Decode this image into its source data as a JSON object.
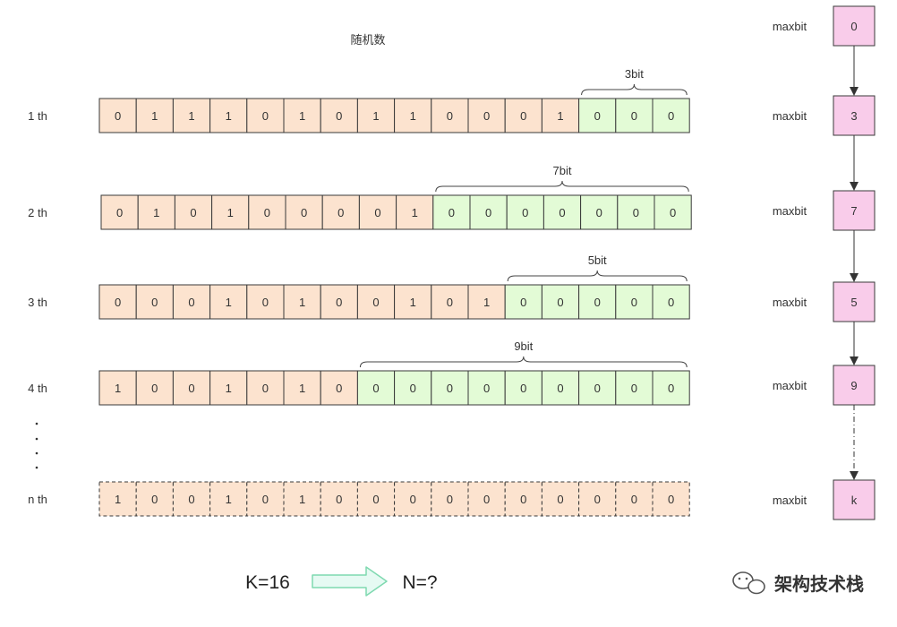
{
  "colors": {
    "orange_fill": "#FCE3CF",
    "green_fill": "#E3FBD6",
    "pink_fill": "#F9CCEA",
    "stroke": "#3A3A3A",
    "arrow_fill": "#E6FAF3",
    "arrow_stroke": "#7FD9B0"
  },
  "title": "随机数",
  "rows": [
    {
      "label": "1 th",
      "bits": [
        "0",
        "1",
        "1",
        "1",
        "0",
        "1",
        "0",
        "1",
        "1",
        "0",
        "0",
        "0",
        "1",
        "0",
        "0",
        "0"
      ],
      "zeros": 3,
      "brace_label": "3bit",
      "dashed": false
    },
    {
      "label": "2 th",
      "bits": [
        "0",
        "1",
        "0",
        "1",
        "0",
        "0",
        "0",
        "0",
        "1",
        "0",
        "0",
        "0",
        "0",
        "0",
        "0",
        "0"
      ],
      "zeros": 7,
      "brace_label": "7bit",
      "dashed": false
    },
    {
      "label": "3 th",
      "bits": [
        "0",
        "0",
        "0",
        "1",
        "0",
        "1",
        "0",
        "0",
        "1",
        "0",
        "1",
        "0",
        "0",
        "0",
        "0",
        "0"
      ],
      "zeros": 5,
      "brace_label": "5bit",
      "dashed": false
    },
    {
      "label": "4 th",
      "bits": [
        "1",
        "0",
        "0",
        "1",
        "0",
        "1",
        "0",
        "0",
        "0",
        "0",
        "0",
        "0",
        "0",
        "0",
        "0",
        "0"
      ],
      "zeros": 9,
      "brace_label": "9bit",
      "dashed": false
    },
    {
      "label": "n th",
      "bits": [
        "1",
        "0",
        "0",
        "1",
        "0",
        "1",
        "0",
        "0",
        "0",
        "0",
        "0",
        "0",
        "0",
        "0",
        "0",
        "0"
      ],
      "zeros": 0,
      "brace_label": "",
      "dashed": true
    }
  ],
  "maxbit_label": "maxbit",
  "maxbit_values": [
    "0",
    "3",
    "7",
    "5",
    "9",
    "k"
  ],
  "formula": {
    "left": "K=16",
    "right": "N=?"
  },
  "watermark": {
    "icon": "wechat-icon",
    "text": "架构技术栈"
  }
}
